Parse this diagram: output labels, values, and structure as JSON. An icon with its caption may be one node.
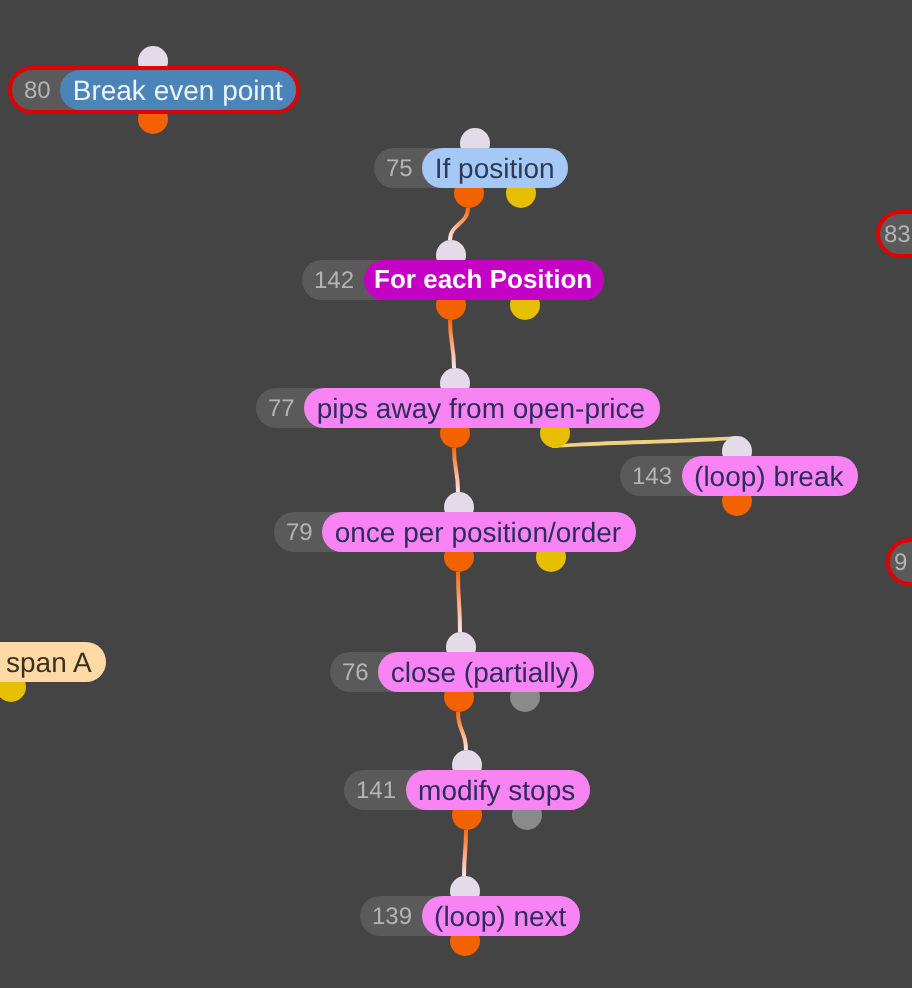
{
  "diagram": {
    "nodes": [
      {
        "text": [
          "80",
          "Break even point"
        ]
      },
      {
        "text": [
          "75",
          "If position"
        ]
      },
      {
        "text": [
          "83"
        ]
      },
      {
        "text": [
          "142",
          "For each Position"
        ]
      },
      {
        "text": [
          "77",
          "pips away from open-price"
        ]
      },
      {
        "text": [
          "143",
          "(loop) break"
        ]
      },
      {
        "text": [
          "79",
          "once per position/order"
        ]
      },
      {
        "text": [
          "9"
        ]
      },
      {
        "text": [
          "span A"
        ]
      },
      {
        "text": [
          "76",
          "close (partially)"
        ]
      },
      {
        "text": [
          "141",
          "modify stops"
        ]
      },
      {
        "text": [
          "139",
          "(loop) next"
        ]
      }
    ],
    "edges": [
      {
        "from": 1,
        "to": 3,
        "arrow": "none"
      },
      {
        "from": 3,
        "to": 4,
        "arrow": "none"
      },
      {
        "from": 4,
        "to": 5,
        "arrow": "none",
        "color": "#f0d27c"
      },
      {
        "from": 4,
        "to": 6,
        "arrow": "none"
      },
      {
        "from": 6,
        "to": 9,
        "arrow": "none"
      },
      {
        "from": 9,
        "to": 10,
        "arrow": "none"
      },
      {
        "from": 10,
        "to": 11,
        "arrow": "none"
      }
    ]
  }
}
